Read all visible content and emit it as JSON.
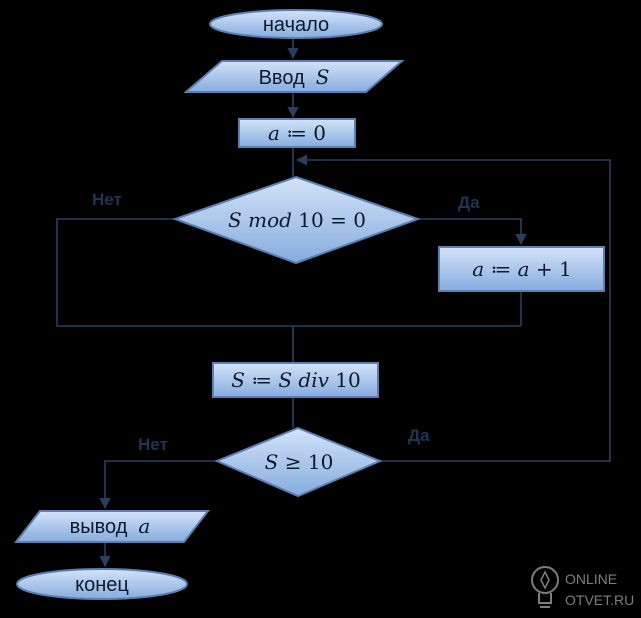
{
  "flowchart": {
    "start_label": "начало",
    "input_label": "Ввод",
    "input_var": "S",
    "init_var": "a",
    "init_op": " ≔ 0",
    "cond1_var": "S",
    "cond1_mod": " mod",
    "cond1_rest": " 10 = 0",
    "cond1_yes": "Да",
    "cond1_no": "Нет",
    "inc_var": "a",
    "inc_op": " ≔ ",
    "inc_var2": "a",
    "inc_rest": " + 1",
    "div_var": "S",
    "div_op": " ≔ ",
    "div_var2": "S",
    "div_div": " div",
    "div_rest": " 10",
    "cond2_var": "S",
    "cond2_rest": " ≥  10",
    "cond2_yes": "Да",
    "cond2_no": "Нет",
    "output_label": "вывод",
    "output_var": "a",
    "end_label": "конец"
  },
  "watermark": {
    "line1": "ONLINE",
    "line2": "OTVET.RU"
  },
  "colors": {
    "background": "#000000",
    "shape_fill_top": "#c9dcf5",
    "shape_fill_bottom": "#7ea6dc",
    "connector": "#2a3f5f"
  }
}
